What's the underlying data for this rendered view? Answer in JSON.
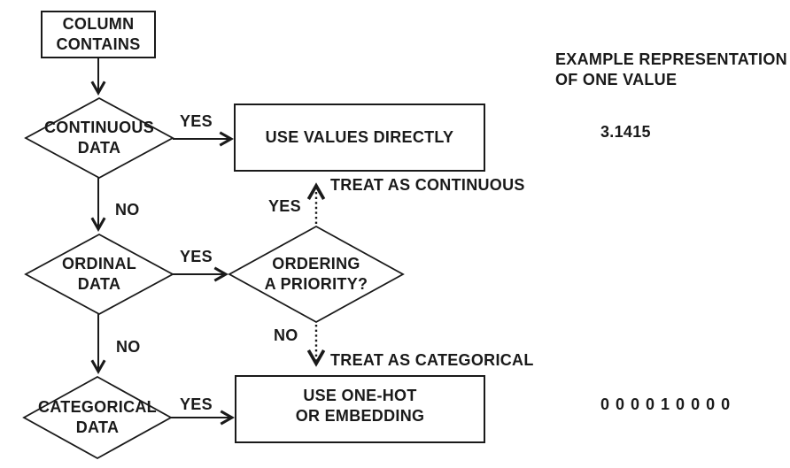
{
  "colors": {
    "ink": "#1a1a1a",
    "background": "#ffffff"
  },
  "nodes": {
    "start": {
      "label": "COLUMN\nCONTAINS"
    },
    "continuous": {
      "label": "CONTINUOUS\nDATA"
    },
    "ordinal": {
      "label": "ORDINAL\nDATA"
    },
    "categorical": {
      "label": "CATEGORICAL\nDATA"
    },
    "ordering": {
      "label": "ORDERING\nA PRIORITY?"
    },
    "use_values": {
      "label": "USE VALUES DIRECTLY"
    },
    "use_onehot": {
      "label": "USE ONE-HOT\nOR EMBEDDING"
    }
  },
  "edge_labels": {
    "continuous_yes": "YES",
    "continuous_no": "NO",
    "ordinal_yes": "YES",
    "ordinal_no": "NO",
    "categorical_yes": "YES",
    "ordering_yes": "YES",
    "ordering_no": "NO"
  },
  "annotations": {
    "treat_continuous": "TREAT AS CONTINUOUS",
    "treat_categorical": "TREAT AS CATEGORICAL"
  },
  "examples": {
    "heading": "EXAMPLE REPRESENTATION\nOF ONE VALUE",
    "continuous_value": "3.1415",
    "categorical_value": "000010000"
  }
}
